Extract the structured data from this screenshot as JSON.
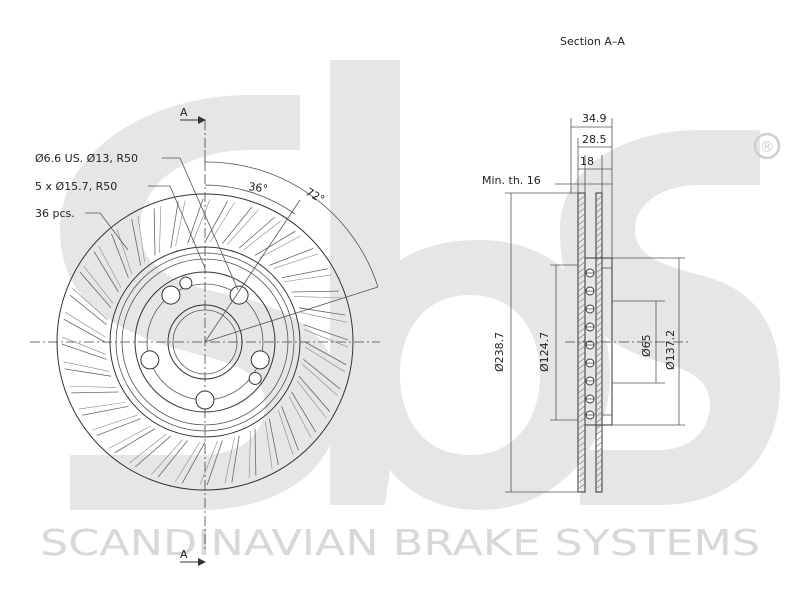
{
  "section_title": "Section A–A",
  "section_marker": "A",
  "callouts": {
    "small_holes": "Ø6.6 US. Ø13, R50",
    "bolt_holes": "5 x Ø15.7, R50",
    "vanes": "36 pcs."
  },
  "angles": {
    "a1": "36°",
    "a2": "72°"
  },
  "dimensions": {
    "total_thickness": "34.9",
    "hat_height": "28.5",
    "disc_thickness": "18",
    "min_thickness": "Min. th. 16",
    "outer_diameter": "Ø238.7",
    "d_124": "Ø124.7",
    "d_65": "Ø65",
    "d_137": "Ø137.2"
  },
  "watermark": {
    "brand_text": "SCANDINAVIAN BRAKE SYSTEMS",
    "registered": "®",
    "color": "#d8d8d8"
  }
}
